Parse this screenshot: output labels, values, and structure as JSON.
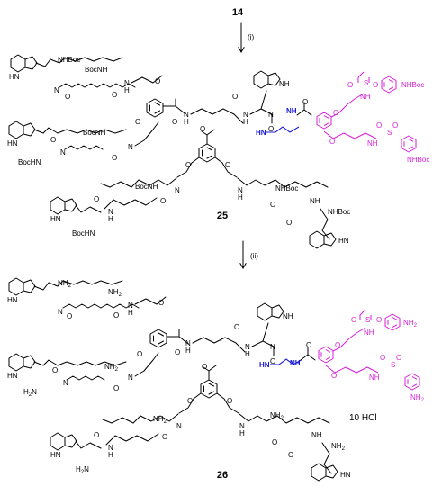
{
  "compounds": {
    "start": "14",
    "intermediate": "25",
    "product": "26"
  },
  "steps": {
    "step1": "(i)",
    "step2": "(ii)"
  },
  "salt": "10 HCl",
  "atoms": {
    "nhboc": "NHBoc",
    "bocnh": "BocNH",
    "bochn": "BocHN",
    "hn": "HN",
    "nh": "NH",
    "n": "N",
    "h": "H",
    "o": "O",
    "s": "S",
    "nh2": "NH",
    "h2n": "H",
    "two": "2"
  },
  "colors": {
    "linker": "#1a1ad6",
    "sulfonamide_arm": "#d91ed9",
    "skeleton": "#000000"
  }
}
